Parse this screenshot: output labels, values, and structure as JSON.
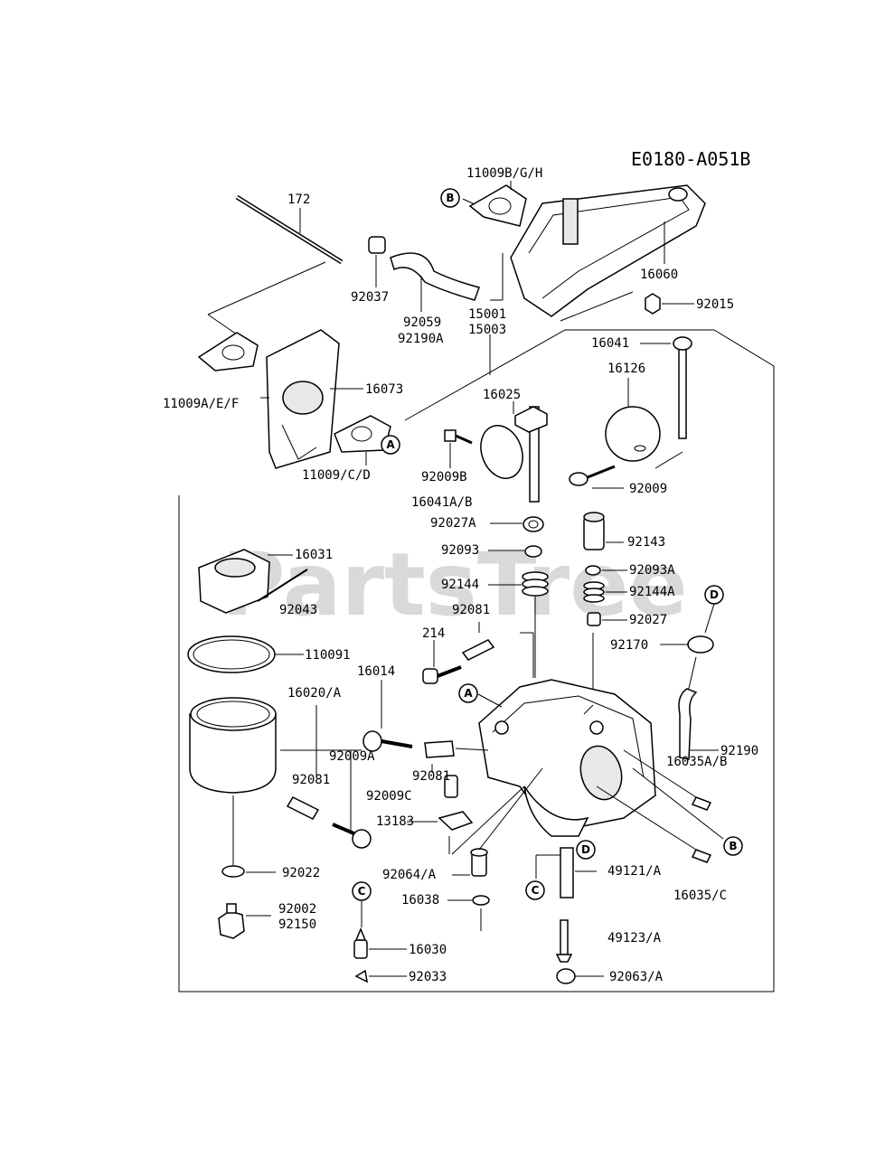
{
  "diagram_code": "E0180-A051B",
  "watermark": "PartsTree",
  "callouts": {
    "a": "A",
    "b": "B",
    "c": "C",
    "d": "D"
  },
  "parts": {
    "p172": "172",
    "p11009bgh": "11009B/G/H",
    "p92037": "92037",
    "p16060": "16060",
    "p92015": "92015",
    "p92059": "92059",
    "p92190a": "92190A",
    "p15001": "15001",
    "p15003": "15003",
    "p16041": "16041",
    "p16126": "16126",
    "p11009aef": "11009A/E/F",
    "p16073": "16073",
    "p16025": "16025",
    "p11009cd": "11009/C/D",
    "p92009b": "92009B",
    "p92009": "92009",
    "p16041ab": "16041A/B",
    "p92027a": "92027A",
    "p92143": "92143",
    "p16031": "16031",
    "p92093": "92093",
    "p92093a": "92093A",
    "p92144": "92144",
    "p92144a": "92144A",
    "p92043": "92043",
    "p92081a": "92081",
    "p92027": "92027",
    "p214": "214",
    "p92170": "92170",
    "p110091": "110091",
    "p16014": "16014",
    "p16020a": "16020/A",
    "p92190": "92190",
    "p92009a": "92009A",
    "p92081b": "92081",
    "p16035ab": "16035A/B",
    "p92081c": "92081",
    "p92009c": "92009C",
    "p13183": "13183",
    "p92022": "92022",
    "p92064a": "92064/A",
    "p49121a": "49121/A",
    "p16038": "16038",
    "p16035c": "16035/C",
    "p92002": "92002",
    "p92150": "92150",
    "p49123a": "49123/A",
    "p16030": "16030",
    "p92033": "92033",
    "p92063a": "92063/A"
  }
}
